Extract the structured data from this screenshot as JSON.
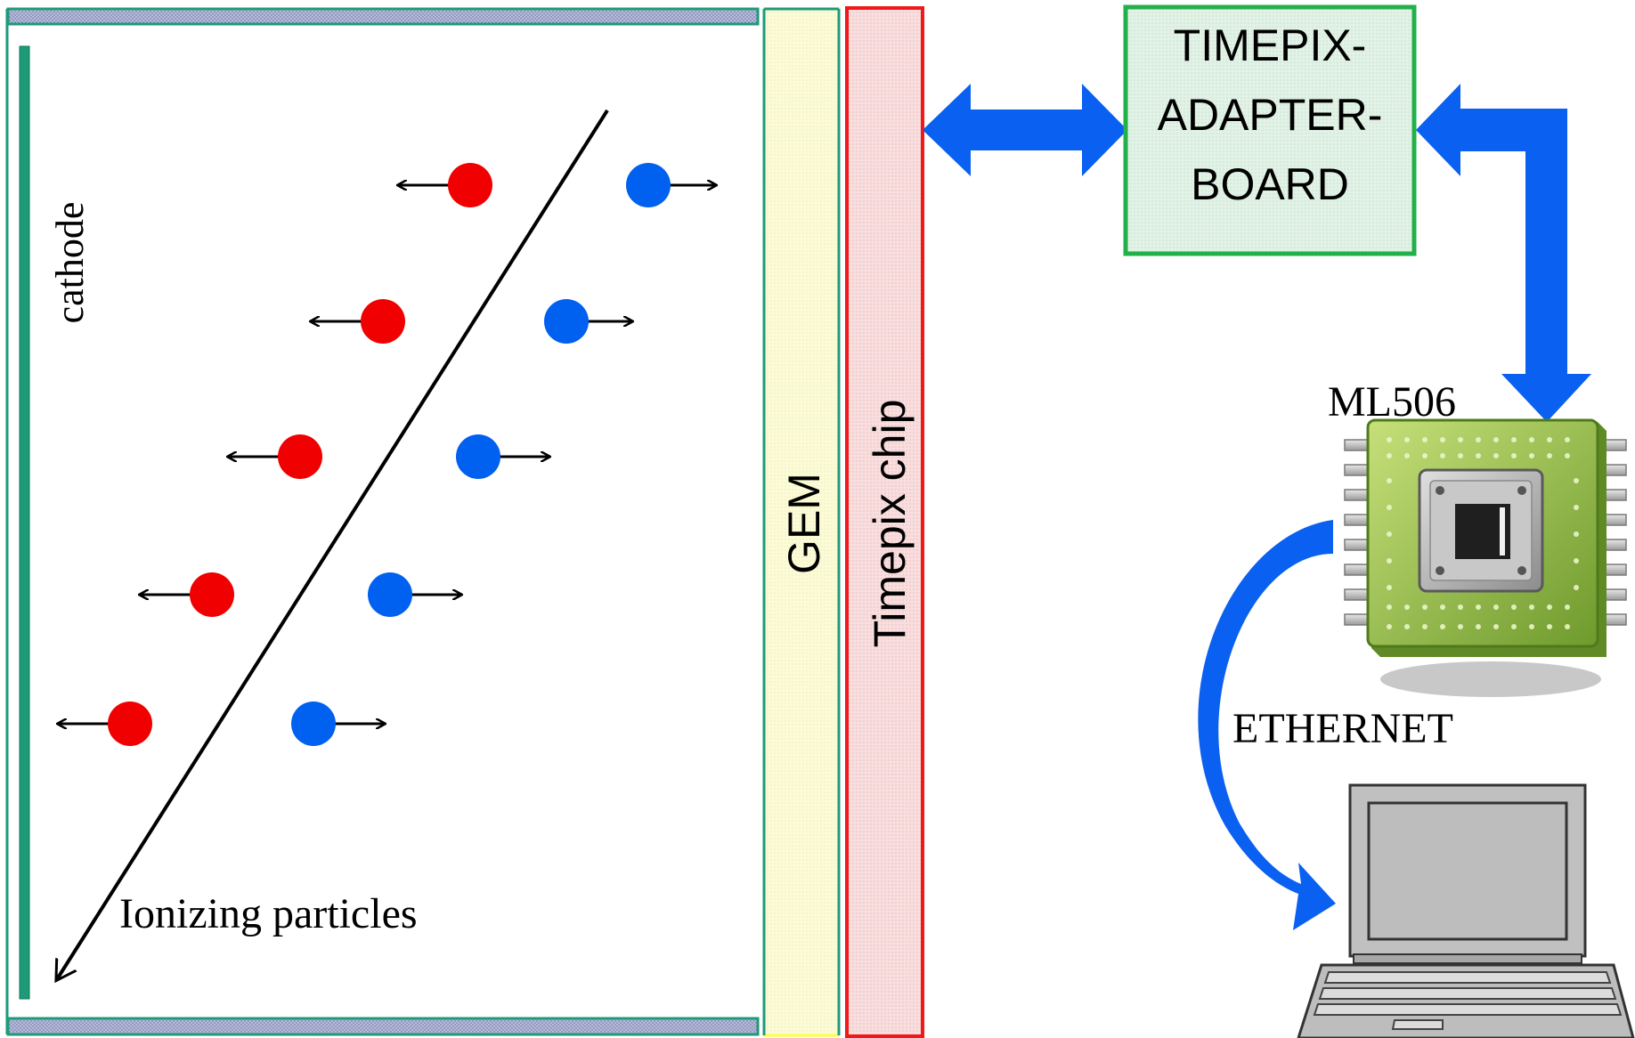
{
  "labels": {
    "cathode": "cathode",
    "gem": "GEM",
    "timepix_chip": "Timepix chip",
    "adapter_line1": "TIMEPIX-",
    "adapter_line2": "ADAPTER-",
    "adapter_line3": "BOARD",
    "ml506": "ML506",
    "ethernet": "ETHERNET",
    "ionizing_particles": "Ionizing particles"
  },
  "colors": {
    "electron_red": "#f00000",
    "ion_blue": "#0060f0",
    "arrow_blue": "#0a60f0",
    "chamber_green": "#1e9a78",
    "gem_yellow": "#ffff40",
    "gem_fill": "#fbfbd8",
    "chip_red": "#f01818",
    "chip_fill": "#f8d8d8",
    "adapter_green": "#22b04a",
    "adapter_fill": "#d9efe0"
  },
  "icons": [
    "fpga-chip-icon",
    "laptop-icon"
  ],
  "charge_pairs_count": 5
}
